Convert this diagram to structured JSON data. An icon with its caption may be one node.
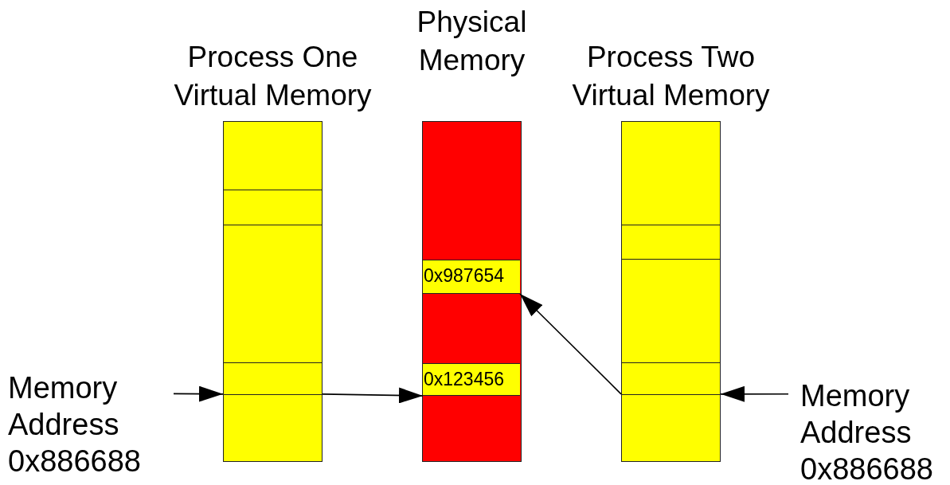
{
  "diagram": {
    "nodes": [
      {
        "text": [
          "Memory Address 0x886688"
        ]
      },
      {
        "text": [
          "Process One Virtual Memory"
        ]
      },
      {
        "text": [
          "Physical Memory"
        ]
      },
      {
        "text": [
          "0x987654"
        ],
        "in": 2
      },
      {
        "text": [
          "0x123456"
        ],
        "in": 2
      },
      {
        "text": [
          "Process Two Virtual Memory"
        ]
      },
      {
        "text": [
          "Memory Address 0x886688"
        ]
      }
    ],
    "edges": [
      {
        "from": 0,
        "to": 1,
        "arrow": "to"
      },
      {
        "from": 1,
        "to": 4,
        "arrow": "to"
      },
      {
        "from": 6,
        "to": 5,
        "arrow": "to"
      },
      {
        "from": 5,
        "to": 3,
        "arrow": "to"
      }
    ]
  }
}
